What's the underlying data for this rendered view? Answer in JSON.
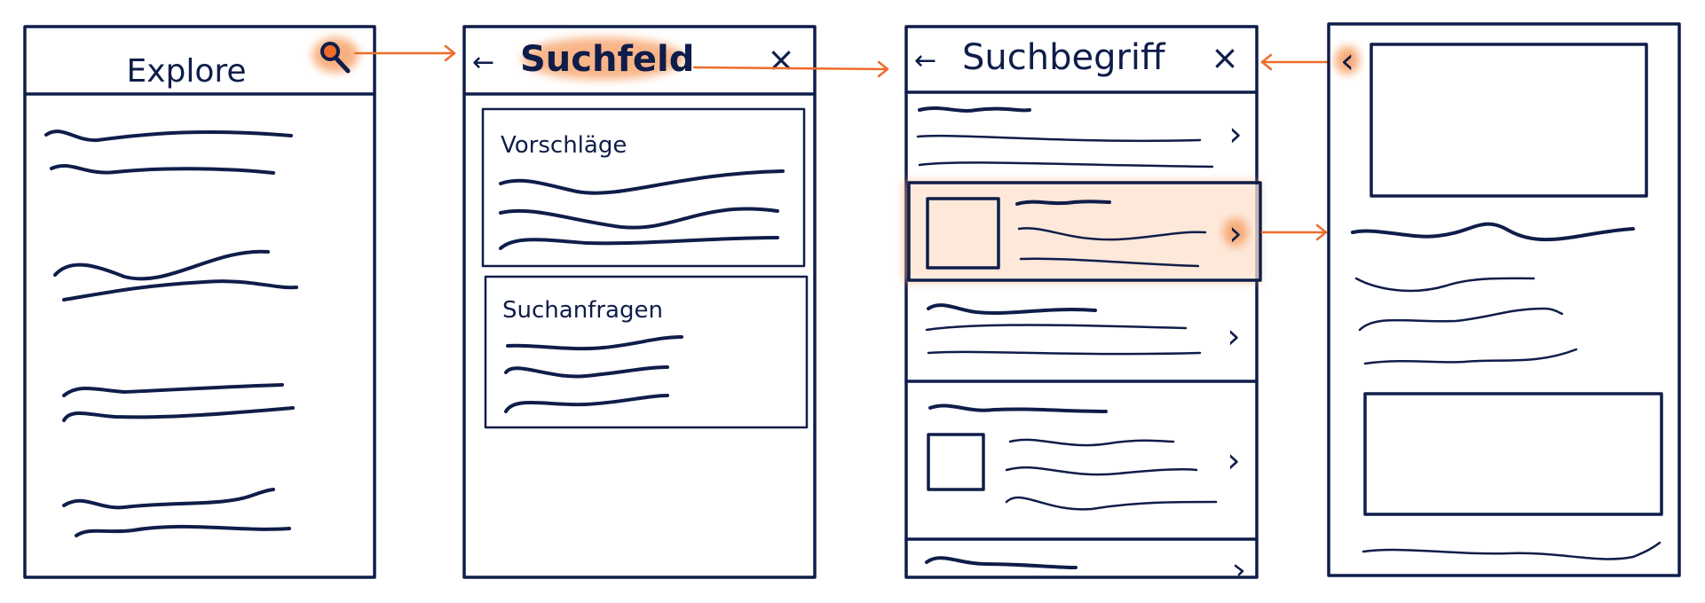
{
  "colors": {
    "ink": "#0f1d4a",
    "accent": "#ee6d2a",
    "highlight": "#f7a36b",
    "background": "#ffffff"
  },
  "screens": [
    {
      "id": "explore",
      "title": "Explore",
      "icons": [
        "search-icon"
      ]
    },
    {
      "id": "suchfeld",
      "title": "Suchfeld",
      "back": "←",
      "close": "×",
      "sections": [
        {
          "label": "Vorschläge"
        },
        {
          "label": "Suchanfragen"
        }
      ]
    },
    {
      "id": "suchbegriff",
      "title": "Suchbegriff",
      "back": "←",
      "close": "×",
      "chevron": "›"
    },
    {
      "id": "detail",
      "back": "‹"
    }
  ]
}
